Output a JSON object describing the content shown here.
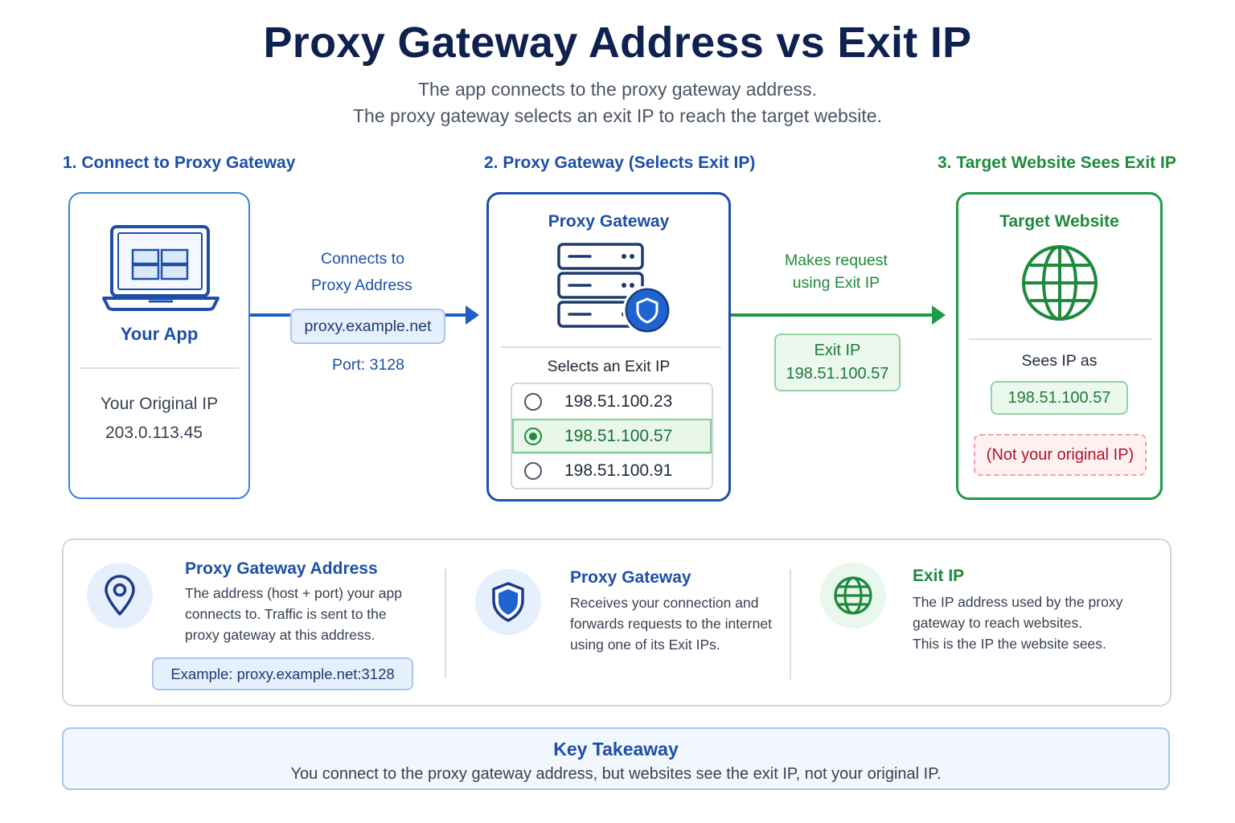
{
  "title": "Proxy Gateway Address vs Exit IP",
  "subtitle_lines": [
    "The app connects to the proxy gateway address.",
    "The proxy gateway selects an exit IP to reach the target website."
  ],
  "steps": [
    {
      "label": "1. Connect to Proxy Gateway"
    },
    {
      "label": "2. Proxy Gateway (Selects Exit IP)"
    },
    {
      "label": "3. Target Website Sees Exit IP"
    }
  ],
  "app_card": {
    "title": "Your App",
    "original_ip_label": "Your Original IP",
    "original_ip": "203.0.113.45"
  },
  "connect_arrow": {
    "label_line1": "Connects to",
    "label_line2": "Proxy Address",
    "address": "proxy.example.net",
    "port": "Port: 3128"
  },
  "gateway_card": {
    "title": "Proxy Gateway",
    "select_label": "Selects an Exit IP",
    "ips": [
      "198.51.100.23",
      "198.51.100.57",
      "198.51.100.91"
    ],
    "selected_index": 1
  },
  "request_arrow": {
    "label_line1": "Makes request",
    "label_line2": "using Exit IP",
    "badge_line1": "Exit IP",
    "badge_line2": "198.51.100.57"
  },
  "target_card": {
    "title": "Target Website",
    "sees_label": "Sees IP as",
    "seen_ip": "198.51.100.57",
    "note": "(Not your original IP)"
  },
  "info": [
    {
      "title": "Proxy Gateway Address",
      "desc_lines": [
        "The address (host + port) your app",
        "connects to. Traffic is sent to the",
        "proxy gateway at this address."
      ],
      "example": "Example: proxy.example.net:3128",
      "icon": "location-pin-icon"
    },
    {
      "title": "Proxy Gateway",
      "desc_lines": [
        "Receives your connection and",
        "forwards requests to the internet",
        "using one of its Exit IPs."
      ],
      "icon": "shield-icon"
    },
    {
      "title": "Exit IP",
      "desc_lines": [
        "The IP address used by the proxy",
        "gateway to reach websites.",
        "This is the IP the website sees."
      ],
      "icon": "globe-icon"
    }
  ],
  "takeaway": {
    "title": "Key Takeaway",
    "text": "You connect to the proxy gateway address, but websites see the exit IP, not your original IP."
  },
  "colors": {
    "navy": "#0f2150",
    "blue": "#1d4fa8",
    "green": "#1e8a3c",
    "red": "#b3122a"
  }
}
